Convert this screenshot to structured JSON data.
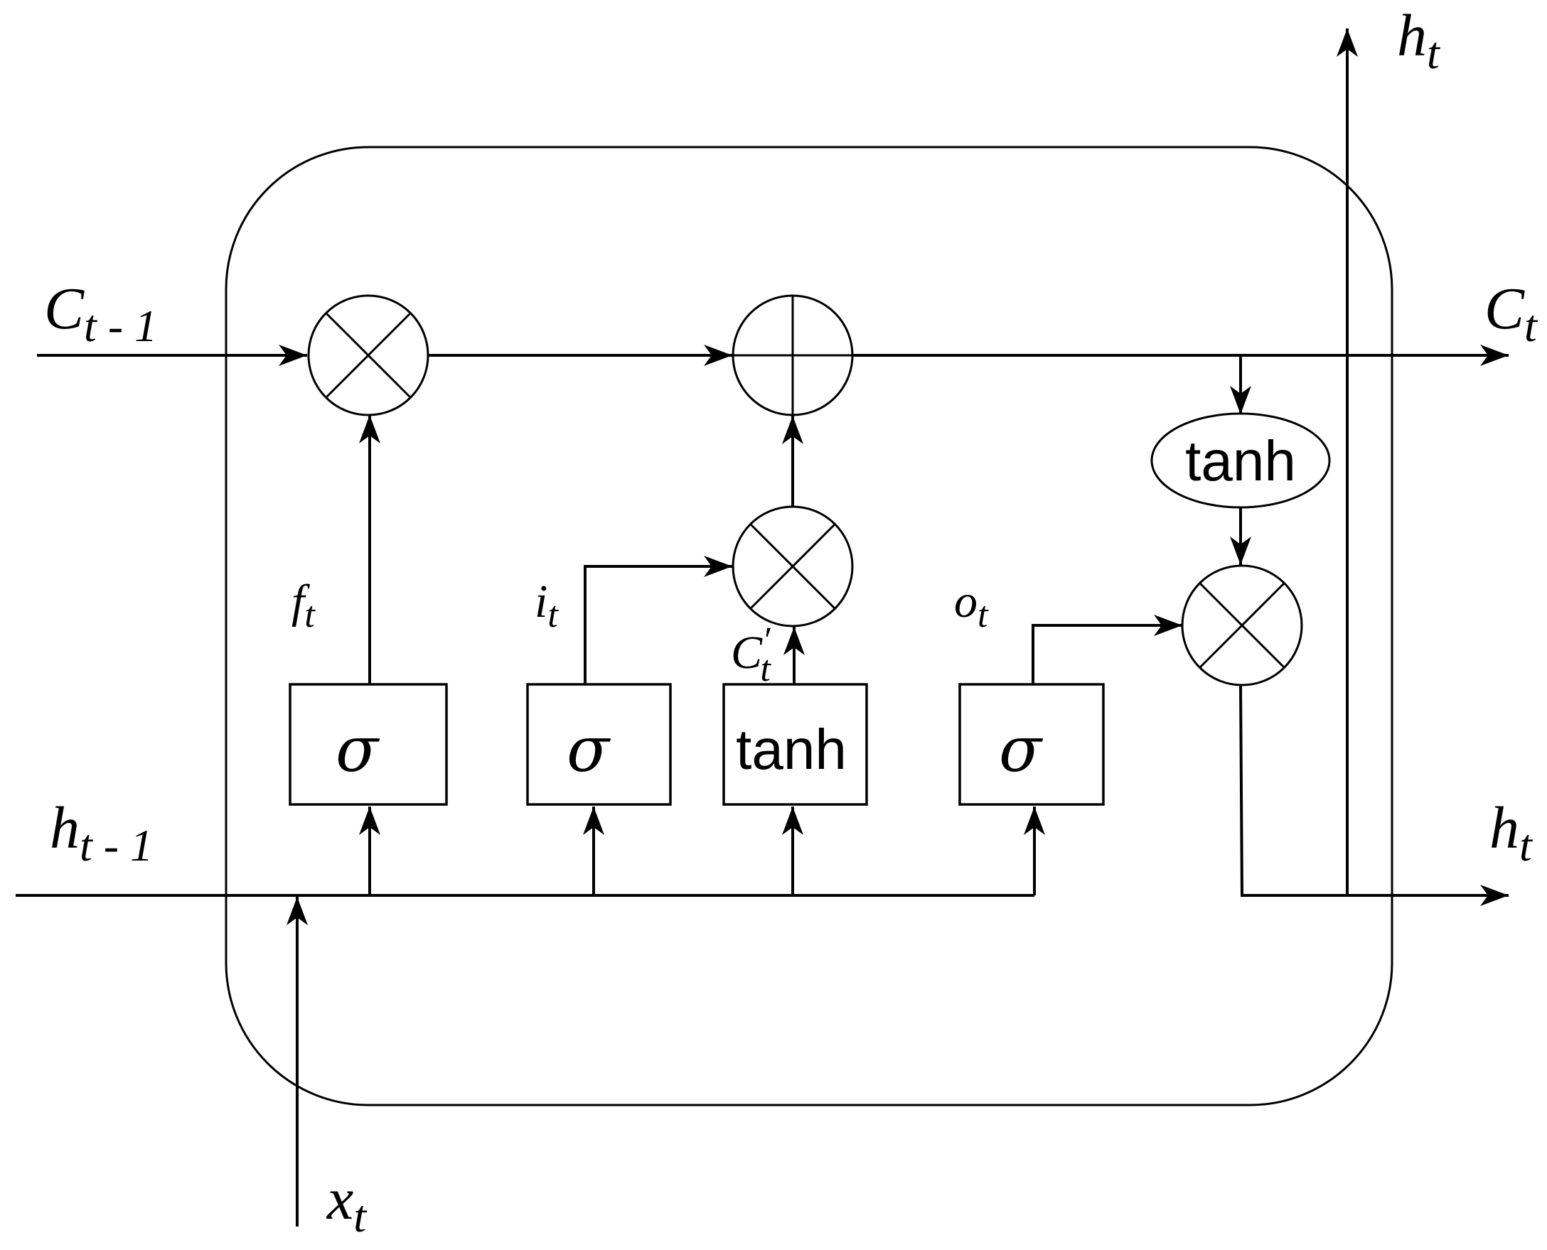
{
  "labels": {
    "c_prev": {
      "base": "C",
      "sub": "t - 1"
    },
    "c_next": {
      "base": "C",
      "sub": "t"
    },
    "h_prev": {
      "base": "h",
      "sub": "t - 1"
    },
    "h_next": {
      "base": "h",
      "sub": "t"
    },
    "h_top": {
      "base": "h",
      "sub": "t"
    },
    "x_in": {
      "base": "x",
      "sub": "t"
    },
    "forget_gate": {
      "base": "f",
      "sub": "t"
    },
    "input_gate": {
      "base": "i",
      "sub": "t"
    },
    "output_gate": {
      "base": "o",
      "sub": "t"
    },
    "candidate": {
      "base": "C",
      "prime": "′",
      "sub": "t"
    }
  },
  "blocks": {
    "forget_sigma": "σ",
    "input_sigma": "σ",
    "candidate_tanh": "tanh",
    "output_sigma": "σ",
    "cell_tanh": "tanh"
  }
}
